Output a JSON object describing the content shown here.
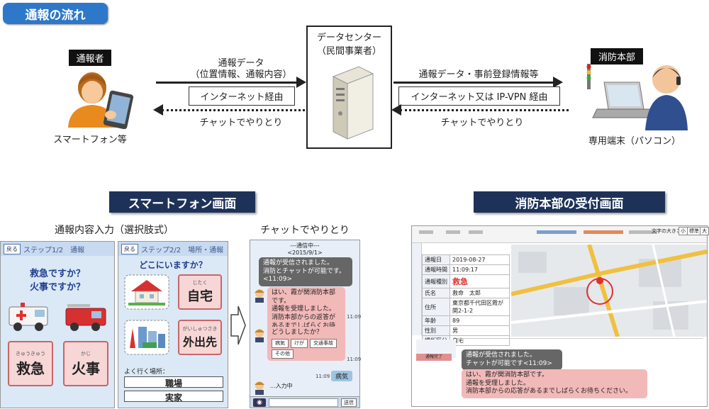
{
  "title": "通報の流れ",
  "caller": {
    "tag": "通報者",
    "caption": "スマートフォン等"
  },
  "datacenter": {
    "line1": "データセンター",
    "line2": "（民間事業者）"
  },
  "fire_hq": {
    "tag": "消防本部",
    "caption": "専用端末（パソコン）"
  },
  "left_flow": {
    "top_line1": "通報データ",
    "top_line2": "（位置情報、通報内容）",
    "box": "インターネット経由",
    "bottom": "チャットでやりとり"
  },
  "right_flow": {
    "top": "通報データ・事前登録情報等",
    "box": "インターネット又は IP-VPN 経由",
    "bottom": "チャットでやりとり"
  },
  "smartphone_section": {
    "header": "スマートフォン画面",
    "input_caption": "通報内容入力（選択肢式）",
    "chat_caption": "チャットでやりとり",
    "screen1": {
      "back": "戻る",
      "step": "ステップ1/2　通報",
      "q1": "救急ですか？",
      "q2": "火事ですか？",
      "btn1_ruby": "きゅうきゅう",
      "btn1": "救急",
      "btn2_ruby": "かじ",
      "btn2": "火事"
    },
    "screen2": {
      "back": "戻る",
      "step": "ステップ2/2　場所・通報",
      "q": "どこにいますか？",
      "btn1_ruby": "じたく",
      "btn1": "自宅",
      "btn2_ruby": "がいしゅつさき",
      "btn2": "外出先",
      "frequent": "よく行く場所：",
      "place1": "職場",
      "place2": "実家"
    },
    "chat": {
      "header": "---通信中---",
      "date": "<2015/9/1>",
      "msg1_line1": "通報が受信されました。",
      "msg1_line2": "消防とチャットが可能です。",
      "msg1_line3": "<11:09>",
      "msg2_line1": "はい、霞が関消防本部です。",
      "msg2_line2": "通報を受理しました。",
      "msg2_line3": "消防本部からの返答があるまでしばらくお待ちください。",
      "msg2_time": "11:09",
      "msg3": "どうしましたか？",
      "opt1": "病気",
      "opt2": "けが",
      "opt3": "交通事故",
      "opt4": "その他",
      "msg3_time": "11:09",
      "reply_time": "11:09",
      "reply": "病気",
      "typing": "...入力中",
      "send": "送信"
    }
  },
  "reception_section": {
    "header": "消防本部の受付画面",
    "font_size_label": "文字の大きさ",
    "font_sizes": [
      "小",
      "標準",
      "大"
    ],
    "rows": [
      {
        "k": "通報日",
        "v": "2019-08-27"
      },
      {
        "k": "通報時間",
        "v": "11:09:17"
      },
      {
        "k": "通報種別",
        "v": "救急"
      },
      {
        "k": "氏名",
        "v": "救命　太郎"
      },
      {
        "k": "住所",
        "v": "東京都千代田区霞が関2-1-2"
      },
      {
        "k": "年齢",
        "v": "89"
      },
      {
        "k": "性別",
        "v": "男"
      },
      {
        "k": "場所区分",
        "v": "自宅"
      }
    ],
    "complete_btn": "通報完了",
    "msg1_line1": "通報が受信されました。",
    "msg1_line2": "チャットが可能です<11:09>",
    "msg2_line1": "はい、霞が関消防本部です。",
    "msg2_line2": "通報を受理しました。",
    "msg2_line3": "消防本部からの応答があるまでしばらくお待ちください。"
  },
  "colors": {
    "title_bg": "#2e78c9",
    "section_bg": "#1e3259",
    "button_pink": "#f7d6d6",
    "chat_pink": "#f2b9b9",
    "emergency_red": "#e03030"
  }
}
